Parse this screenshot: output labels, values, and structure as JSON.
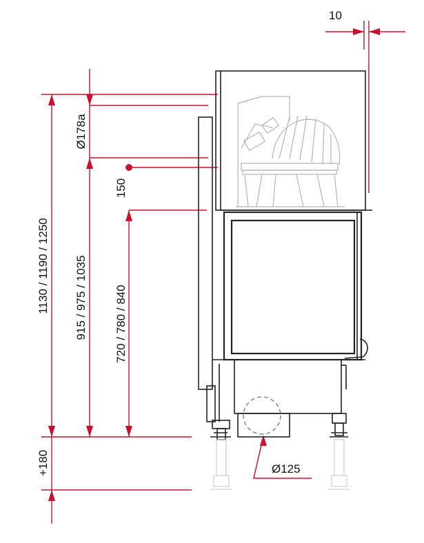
{
  "dimensions": {
    "top_offset": "10",
    "flue_diameter": "Ø178a",
    "flue_offset": "150",
    "total_height": "1130 / 1190 / 1250",
    "flue_center_height": "915 / 975 / 1035",
    "door_bottom_height": "720 / 780 / 840",
    "leg_extension": "+180",
    "air_inlet_diameter": "Ø125"
  },
  "colors": {
    "dimension_lines": "#c8102e",
    "outline": "#222222",
    "hidden_parts": "#b4b4b4"
  }
}
